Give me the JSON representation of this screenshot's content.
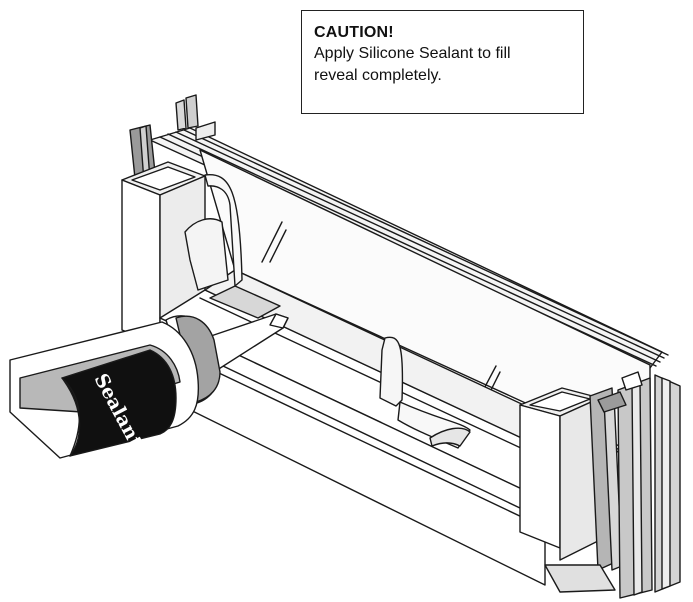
{
  "caution": {
    "heading": "CAUTION!",
    "line1": "Apply Silicone Sealant to fill",
    "line2": "reveal completely."
  },
  "tube": {
    "label": "Sealant"
  }
}
